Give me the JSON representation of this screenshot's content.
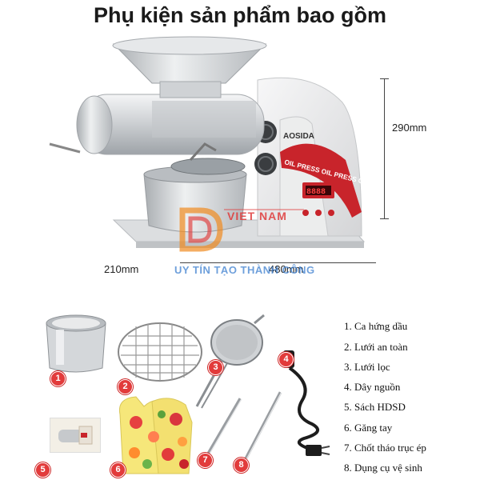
{
  "title": "Phụ kiện sản phẩm bao gồm",
  "machine": {
    "brand": "AOSIDA",
    "band_text": "OIL PRESS  OIL PRESS  OIL PRESS",
    "display_digits": "8888"
  },
  "dimensions": {
    "height": "290mm",
    "depth": "210mm",
    "width": "480mm"
  },
  "watermark": {
    "brand": "VIET NAM",
    "slogan": "UY TÍN TẠO THÀNH CÔNG"
  },
  "accessories": [
    {
      "number": "1",
      "label": "1. Ca hứng dầu"
    },
    {
      "number": "2",
      "label": "2. Lưới an toàn"
    },
    {
      "number": "3",
      "label": "3. Lưới lọc"
    },
    {
      "number": "4",
      "label": "4. Dây nguồn"
    },
    {
      "number": "5",
      "label": "5. Sách HDSD"
    },
    {
      "number": "6",
      "label": "6. Găng tay"
    },
    {
      "number": "7",
      "label": "7. Chốt tháo trục ép"
    },
    {
      "number": "8",
      "label": "8. Dụng cụ vệ sinh"
    }
  ],
  "colors": {
    "badge": "#e23b3b",
    "steel": "#d7d9dc",
    "panel": "#e9e9ea",
    "accent_red": "#c8242b",
    "watermark_blue": "#3d7fd0"
  }
}
